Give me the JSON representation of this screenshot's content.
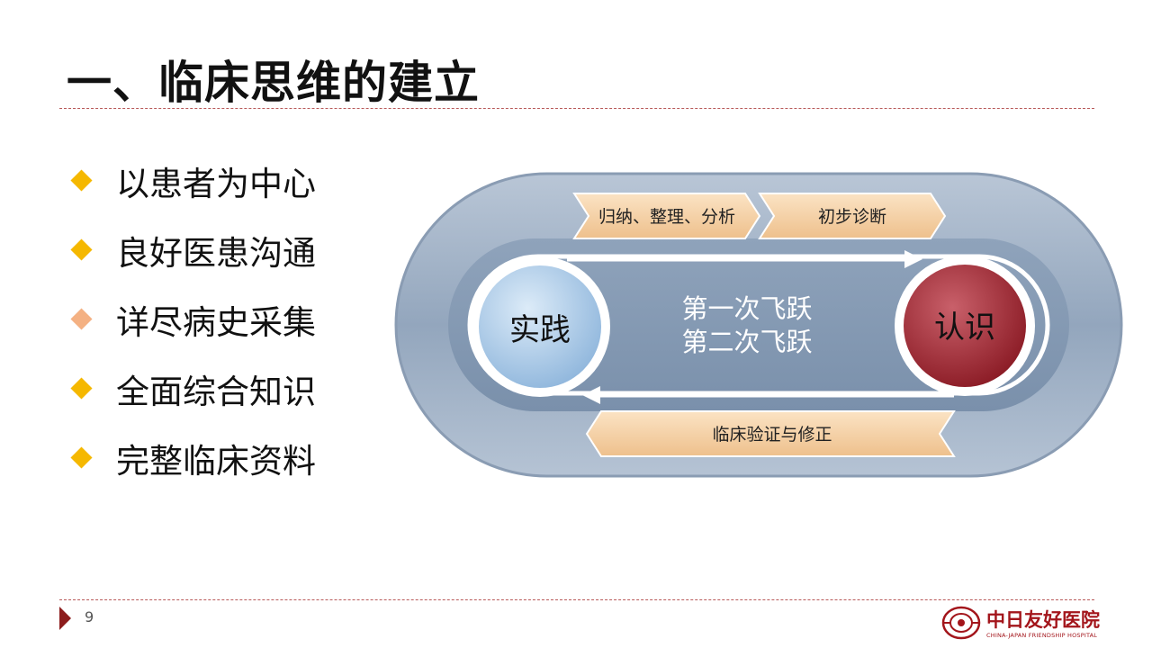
{
  "title": "一、临床思维的建立",
  "colors": {
    "bullet": "#f5b800",
    "bullet_light": "#f4b183",
    "accent": "#8c1c1c"
  },
  "bullets": [
    {
      "text": "以患者为中心",
      "color": "#f5b800"
    },
    {
      "text": "良好医患沟通",
      "color": "#f5b800"
    },
    {
      "text": "详尽病史采集",
      "color": "#f4b183"
    },
    {
      "text": "全面综合知识",
      "color": "#f5b800"
    },
    {
      "text": "完整临床资料",
      "color": "#f5b800"
    }
  ],
  "diagram": {
    "arrow_top_1": "归纳、整理、分析",
    "arrow_top_2": "初步诊断",
    "arrow_bottom": "临床验证与修正",
    "left_circle": "实践",
    "right_circle": "认识",
    "center_line_1": "第一次飞跃",
    "center_line_2": "第二次飞跃"
  },
  "footer": {
    "page_number": "9",
    "logo_cn": "中日友好医院",
    "logo_en": "CHINA-JAPAN FRIENDSHIP HOSPITAL"
  }
}
